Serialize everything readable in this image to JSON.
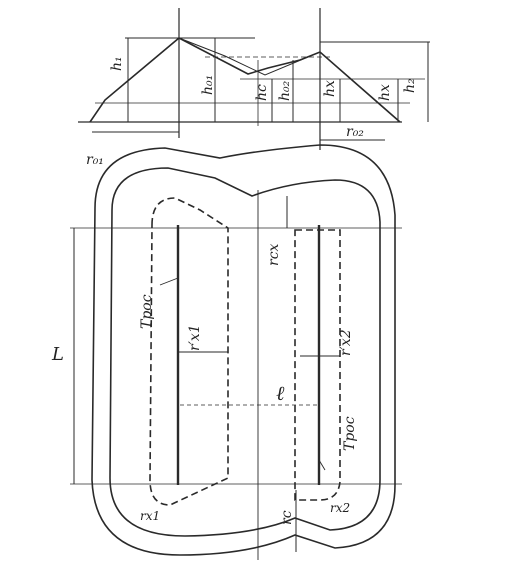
{
  "colors": {
    "ink": "#2a2a2a",
    "paper": "#ffffff"
  },
  "labels": {
    "h1": "h₁",
    "ho1": "h₀₁",
    "hc": "hc",
    "ho2": "h₀₂",
    "hx": "hx",
    "hx2": "hx",
    "h2": "h₂",
    "ro1": "r₀₁",
    "ro2": "r₀₂",
    "rcx": "rcx",
    "trpos_left": "Трос",
    "trpos_right": "Трос",
    "rx1": "r′x1",
    "rx2": "r′x2",
    "L": "L",
    "l": "ℓ",
    "rc_bottom": "rc",
    "rx2_bottom": "rx2",
    "rx1_bottom": "rx1"
  }
}
